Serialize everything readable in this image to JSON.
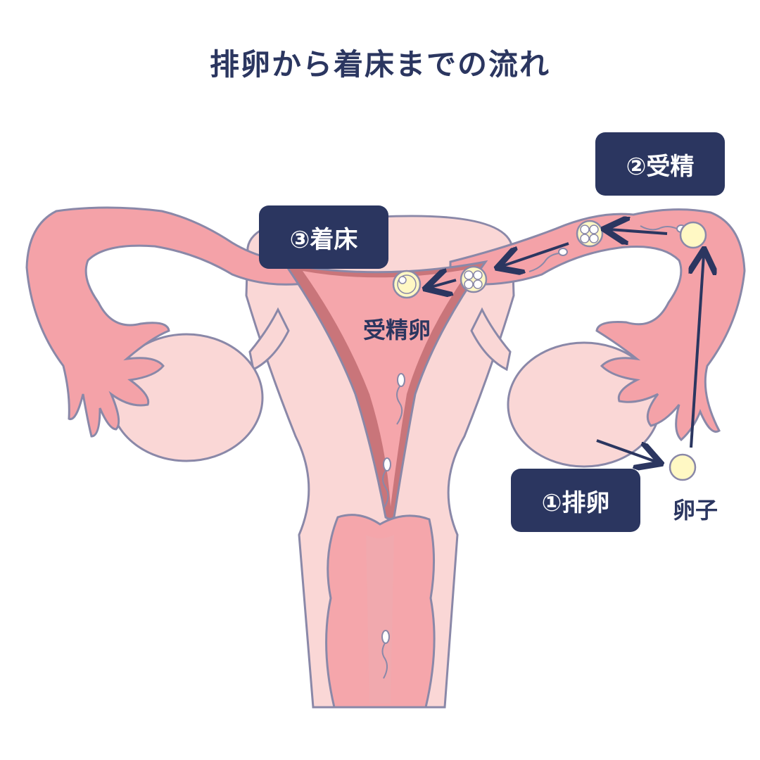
{
  "title": "排卵から着床までの流れ",
  "steps": [
    {
      "label": "①排卵"
    },
    {
      "label": "②受精"
    },
    {
      "label": "③着床"
    }
  ],
  "labels": {
    "egg": "卵子",
    "fertilized_egg": "受精卵"
  },
  "colors": {
    "outline": "#8a88a8",
    "tube": "#f4a2a8",
    "uterus_light": "#fad7d6",
    "lining": "#c9757a",
    "cavity": "#f5a6ab",
    "ovary": "#fad7d6",
    "egg": "#fff8c4",
    "navy": "#2b3660"
  }
}
